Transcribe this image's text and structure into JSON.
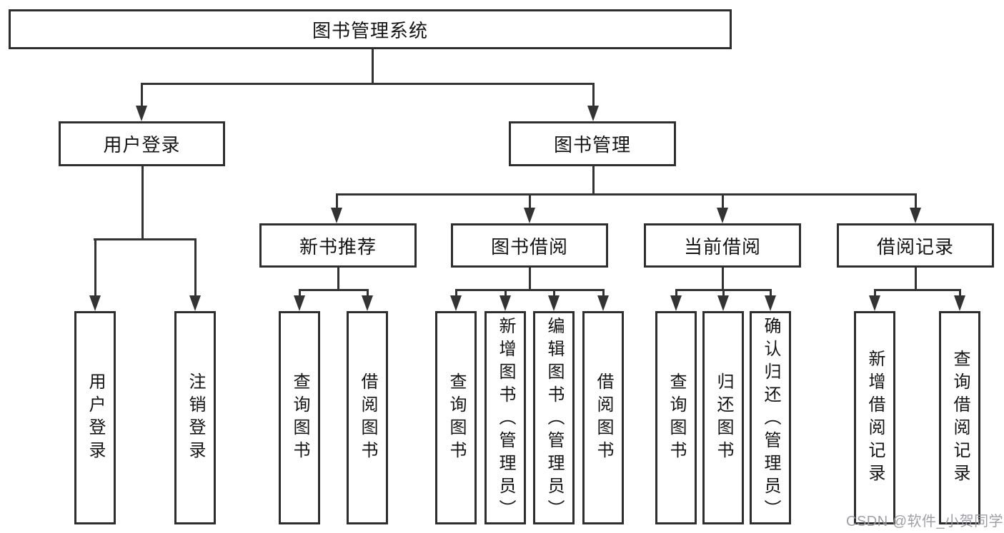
{
  "colors": {
    "line": "#333333",
    "box_border": "#2e2e2e",
    "text": "#141414",
    "background": "#ffffff",
    "watermark_color": "#9a9aa3"
  },
  "watermark": {
    "text": "CSDN @软件_小贺同学"
  },
  "tree": {
    "root": {
      "label": "图书管理系统"
    },
    "branches": [
      {
        "label": "用户登录",
        "children": [
          {
            "label": "用户登录"
          },
          {
            "label": "注销登录"
          }
        ]
      },
      {
        "label": "图书管理",
        "children": [
          {
            "label": "新书推荐",
            "children": [
              {
                "label": "查询图书"
              },
              {
                "label": "借阅图书"
              }
            ]
          },
          {
            "label": "图书借阅",
            "children": [
              {
                "label": "查询图书"
              },
              {
                "label": "新增图书（管理员）"
              },
              {
                "label": "编辑图书（管理员）"
              },
              {
                "label": "借阅图书"
              }
            ]
          },
          {
            "label": "当前借阅",
            "children": [
              {
                "label": "查询图书"
              },
              {
                "label": "归还图书"
              },
              {
                "label": "确认归还（管理员）"
              }
            ]
          },
          {
            "label": "借阅记录",
            "children": [
              {
                "label": "新增借阅记录"
              },
              {
                "label": "查询借阅记录"
              }
            ]
          }
        ]
      }
    ]
  }
}
